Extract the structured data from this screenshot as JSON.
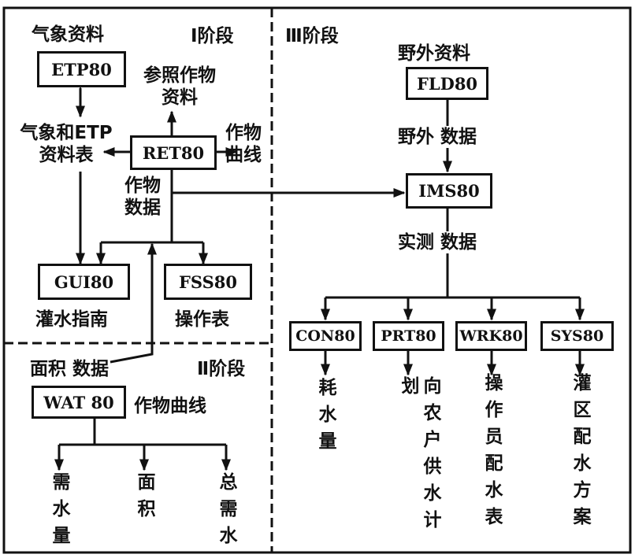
{
  "stage1": {
    "label": "Ⅰ阶段",
    "weather_data": "气象资料",
    "etp": "ETP80",
    "ref_crop_l1": "参照作物",
    "ref_crop_l2": "资料",
    "weather_table_l1": "气象和ETP",
    "weather_table_l2": "资料表",
    "ret": "RET80",
    "crop_curve_l1": "作物",
    "crop_curve_l2": "曲线",
    "crop_data_l1": "作物",
    "crop_data_l2": "数据",
    "gui": "GUI80",
    "gui_out": "灌水指南",
    "fss": "FSS80",
    "fss_out": "操作表"
  },
  "stage2": {
    "label": "Ⅱ阶段",
    "area_data": "面积 数据",
    "wat": "WAT 80",
    "crop_curve": "作物曲线",
    "outputs": [
      "需水量",
      "面积",
      "总需水"
    ]
  },
  "stage3": {
    "label": "Ⅲ阶段",
    "field_data": "野外资料",
    "fld": "FLD80",
    "field_data2": "野外 数据",
    "ims": "IMS80",
    "measured": "实测 数据",
    "modules": [
      {
        "name": "CON80",
        "out": "耗水量"
      },
      {
        "name": "PRT80",
        "out": "向农户供水计划"
      },
      {
        "name": "WRK80",
        "out": "操作员配水表"
      },
      {
        "name": "SYS80",
        "out": "灌区配水方案"
      }
    ]
  }
}
